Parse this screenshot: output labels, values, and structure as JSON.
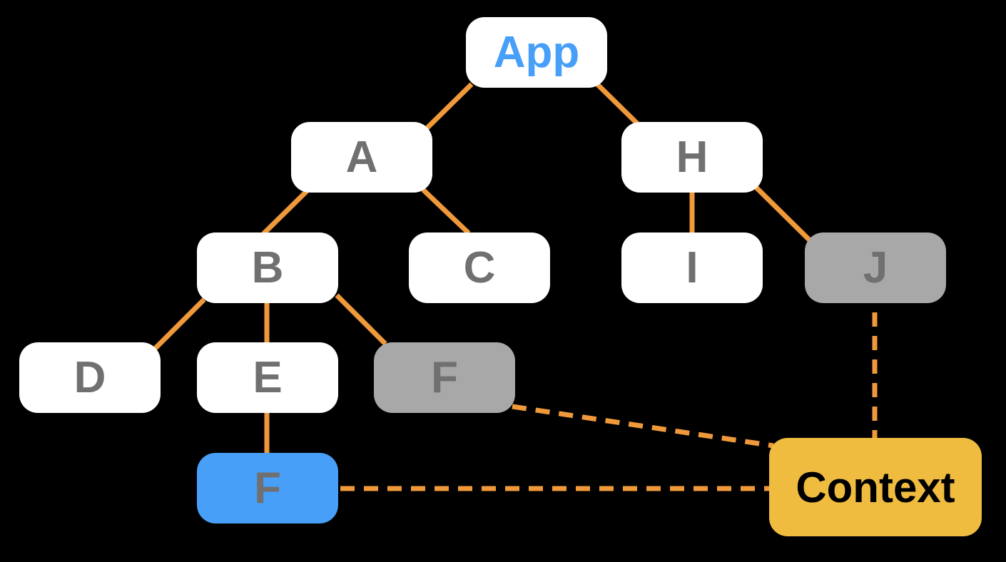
{
  "colors": {
    "background": "#000000",
    "edge": "#F0993A",
    "node_default": "#FFFFFF",
    "node_inactive": "#A8A8A8",
    "node_active": "#479FF8",
    "context_node": "#F0BC3F",
    "label_default": "#707070",
    "label_app": "#479FF8",
    "label_context": "#000000"
  },
  "nodes": [
    {
      "id": "app",
      "label": "App",
      "state": "root"
    },
    {
      "id": "a",
      "label": "A",
      "state": "default"
    },
    {
      "id": "h",
      "label": "H",
      "state": "default"
    },
    {
      "id": "b",
      "label": "B",
      "state": "default"
    },
    {
      "id": "c",
      "label": "C",
      "state": "default"
    },
    {
      "id": "i",
      "label": "I",
      "state": "default"
    },
    {
      "id": "j",
      "label": "J",
      "state": "inactive"
    },
    {
      "id": "d",
      "label": "D",
      "state": "default"
    },
    {
      "id": "e",
      "label": "E",
      "state": "default"
    },
    {
      "id": "f-child-of-b",
      "label": "F",
      "state": "inactive"
    },
    {
      "id": "f-child-of-e",
      "label": "F",
      "state": "active"
    },
    {
      "id": "context",
      "label": "Context",
      "state": "context"
    }
  ],
  "edges": [
    {
      "from": "app",
      "to": "a",
      "style": "solid"
    },
    {
      "from": "app",
      "to": "h",
      "style": "solid"
    },
    {
      "from": "a",
      "to": "b",
      "style": "solid"
    },
    {
      "from": "a",
      "to": "c",
      "style": "solid"
    },
    {
      "from": "h",
      "to": "i",
      "style": "solid"
    },
    {
      "from": "h",
      "to": "j",
      "style": "solid"
    },
    {
      "from": "b",
      "to": "d",
      "style": "solid"
    },
    {
      "from": "b",
      "to": "e",
      "style": "solid"
    },
    {
      "from": "b",
      "to": "f-child-of-b",
      "style": "solid"
    },
    {
      "from": "e",
      "to": "f-child-of-e",
      "style": "solid"
    },
    {
      "from": "f-child-of-b",
      "to": "context",
      "style": "dashed"
    },
    {
      "from": "j",
      "to": "context",
      "style": "dashed"
    },
    {
      "from": "f-child-of-e",
      "to": "context",
      "style": "dashed"
    }
  ]
}
